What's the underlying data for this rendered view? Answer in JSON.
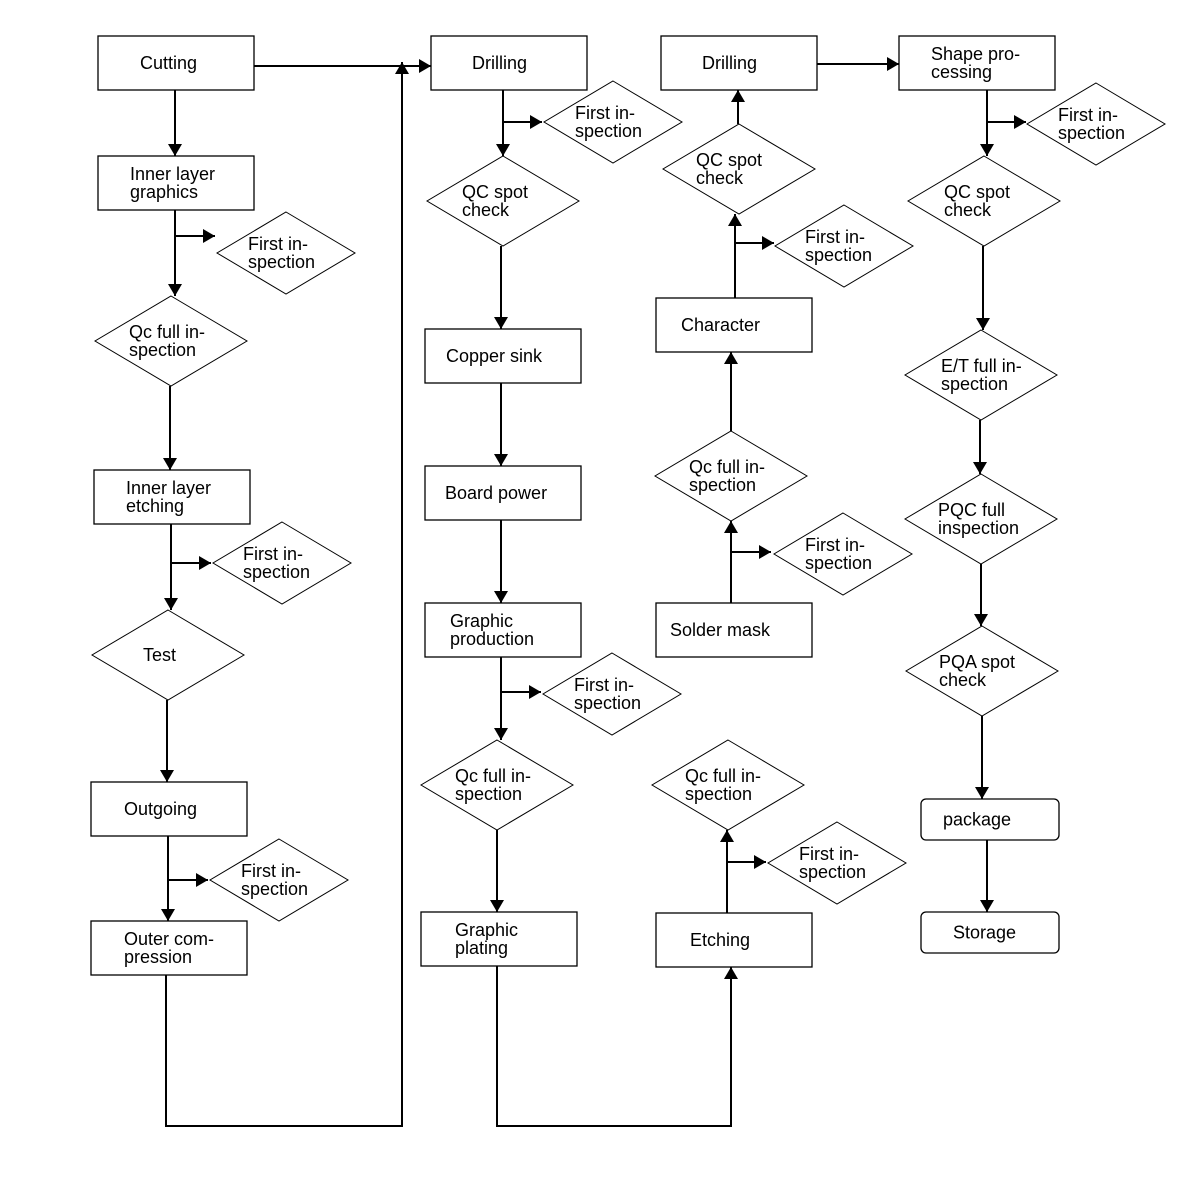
{
  "diagram": {
    "type": "process flowchart",
    "colors": {
      "line": "#000000",
      "fill": "#ffffff",
      "text": "#000000"
    },
    "nodes": [
      {
        "id": "cutting",
        "shape": "box",
        "lines": [
          "Cutting"
        ]
      },
      {
        "id": "inner-layer-graphics",
        "shape": "box",
        "lines": [
          "Inner layer",
          "graphics"
        ]
      },
      {
        "id": "first-insp-1",
        "shape": "diamond",
        "lines": [
          "First in-",
          "spection"
        ]
      },
      {
        "id": "qc-full-1",
        "shape": "diamond",
        "lines": [
          "Qc full in-",
          "spection"
        ]
      },
      {
        "id": "inner-layer-etching",
        "shape": "box",
        "lines": [
          "Inner layer",
          "etching"
        ]
      },
      {
        "id": "first-insp-2",
        "shape": "diamond",
        "lines": [
          "First in-",
          "spection"
        ]
      },
      {
        "id": "test",
        "shape": "diamond",
        "lines": [
          "Test"
        ]
      },
      {
        "id": "outgoing",
        "shape": "box",
        "lines": [
          "Outgoing"
        ]
      },
      {
        "id": "first-insp-3",
        "shape": "diamond",
        "lines": [
          "First in-",
          "spection"
        ]
      },
      {
        "id": "outer-compression",
        "shape": "box",
        "lines": [
          "Outer com-",
          "pression"
        ]
      },
      {
        "id": "drilling-1",
        "shape": "box",
        "lines": [
          "Drilling"
        ]
      },
      {
        "id": "first-insp-4",
        "shape": "diamond",
        "lines": [
          "First in-",
          "spection"
        ]
      },
      {
        "id": "qc-spot-1",
        "shape": "diamond",
        "lines": [
          "QC spot",
          "check"
        ]
      },
      {
        "id": "copper-sink",
        "shape": "box",
        "lines": [
          "Copper sink"
        ]
      },
      {
        "id": "board-power",
        "shape": "box",
        "lines": [
          "Board power"
        ]
      },
      {
        "id": "graphic-production",
        "shape": "box",
        "lines": [
          "Graphic",
          "production"
        ]
      },
      {
        "id": "first-insp-5",
        "shape": "diamond",
        "lines": [
          "First in-",
          "spection"
        ]
      },
      {
        "id": "qc-full-2",
        "shape": "diamond",
        "lines": [
          "Qc full in-",
          "spection"
        ]
      },
      {
        "id": "graphic-plating",
        "shape": "box",
        "lines": [
          "Graphic",
          "plating"
        ]
      },
      {
        "id": "etching",
        "shape": "box",
        "lines": [
          "Etching"
        ]
      },
      {
        "id": "first-insp-6",
        "shape": "diamond",
        "lines": [
          "First in-",
          "spection"
        ]
      },
      {
        "id": "qc-full-3",
        "shape": "diamond",
        "lines": [
          "Qc full in-",
          "spection"
        ]
      },
      {
        "id": "solder-mask",
        "shape": "box",
        "lines": [
          "Solder mask"
        ]
      },
      {
        "id": "first-insp-7",
        "shape": "diamond",
        "lines": [
          "First in-",
          "spection"
        ]
      },
      {
        "id": "qc-full-4",
        "shape": "diamond",
        "lines": [
          "Qc full in-",
          "spection"
        ]
      },
      {
        "id": "character",
        "shape": "box",
        "lines": [
          "Character"
        ]
      },
      {
        "id": "first-insp-8",
        "shape": "diamond",
        "lines": [
          "First in-",
          "spection"
        ]
      },
      {
        "id": "qc-spot-2",
        "shape": "diamond",
        "lines": [
          "QC spot",
          "check"
        ]
      },
      {
        "id": "drilling-2",
        "shape": "box",
        "lines": [
          "Drilling"
        ]
      },
      {
        "id": "shape-processing",
        "shape": "box",
        "lines": [
          "Shape pro-",
          "cessing"
        ]
      },
      {
        "id": "first-insp-9",
        "shape": "diamond",
        "lines": [
          "First in-",
          "spection"
        ]
      },
      {
        "id": "qc-spot-3",
        "shape": "diamond",
        "lines": [
          "QC spot",
          "check"
        ]
      },
      {
        "id": "et-full",
        "shape": "diamond",
        "lines": [
          "E/T full in-",
          "spection"
        ]
      },
      {
        "id": "pqc-full",
        "shape": "diamond",
        "lines": [
          "PQC full",
          "inspection"
        ]
      },
      {
        "id": "pqa-spot",
        "shape": "diamond",
        "lines": [
          "PQA spot",
          "check"
        ]
      },
      {
        "id": "package",
        "shape": "rounded",
        "lines": [
          "package"
        ]
      },
      {
        "id": "storage",
        "shape": "rounded",
        "lines": [
          "Storage"
        ]
      }
    ],
    "edges": [
      {
        "from": "cutting",
        "to": "inner-layer-graphics"
      },
      {
        "from": "inner-layer-graphics",
        "to": "first-insp-1",
        "kind": "branch"
      },
      {
        "from": "inner-layer-graphics",
        "to": "qc-full-1"
      },
      {
        "from": "qc-full-1",
        "to": "inner-layer-etching"
      },
      {
        "from": "inner-layer-etching",
        "to": "first-insp-2",
        "kind": "branch"
      },
      {
        "from": "inner-layer-etching",
        "to": "test"
      },
      {
        "from": "test",
        "to": "outgoing"
      },
      {
        "from": "outgoing",
        "to": "first-insp-3",
        "kind": "branch"
      },
      {
        "from": "outgoing",
        "to": "outer-compression"
      },
      {
        "from": "outer-compression",
        "to": "drilling-1"
      },
      {
        "from": "cutting",
        "to": "drilling-1"
      },
      {
        "from": "drilling-1",
        "to": "first-insp-4",
        "kind": "branch"
      },
      {
        "from": "drilling-1",
        "to": "qc-spot-1"
      },
      {
        "from": "qc-spot-1",
        "to": "copper-sink"
      },
      {
        "from": "copper-sink",
        "to": "board-power"
      },
      {
        "from": "board-power",
        "to": "graphic-production"
      },
      {
        "from": "graphic-production",
        "to": "first-insp-5",
        "kind": "branch"
      },
      {
        "from": "graphic-production",
        "to": "qc-full-2"
      },
      {
        "from": "qc-full-2",
        "to": "graphic-plating"
      },
      {
        "from": "graphic-plating",
        "to": "etching"
      },
      {
        "from": "etching",
        "to": "first-insp-6",
        "kind": "branch"
      },
      {
        "from": "etching",
        "to": "qc-full-3"
      },
      {
        "from": "qc-full-3",
        "to": "solder-mask"
      },
      {
        "from": "solder-mask",
        "to": "first-insp-7",
        "kind": "branch"
      },
      {
        "from": "solder-mask",
        "to": "qc-full-4"
      },
      {
        "from": "qc-full-4",
        "to": "character"
      },
      {
        "from": "character",
        "to": "first-insp-8",
        "kind": "branch"
      },
      {
        "from": "character",
        "to": "qc-spot-2"
      },
      {
        "from": "qc-spot-2",
        "to": "drilling-2"
      },
      {
        "from": "drilling-2",
        "to": "shape-processing"
      },
      {
        "from": "shape-processing",
        "to": "first-insp-9",
        "kind": "branch"
      },
      {
        "from": "shape-processing",
        "to": "qc-spot-3"
      },
      {
        "from": "qc-spot-3",
        "to": "et-full"
      },
      {
        "from": "et-full",
        "to": "pqc-full"
      },
      {
        "from": "pqc-full",
        "to": "pqa-spot"
      },
      {
        "from": "pqa-spot",
        "to": "package"
      },
      {
        "from": "package",
        "to": "storage"
      }
    ]
  }
}
